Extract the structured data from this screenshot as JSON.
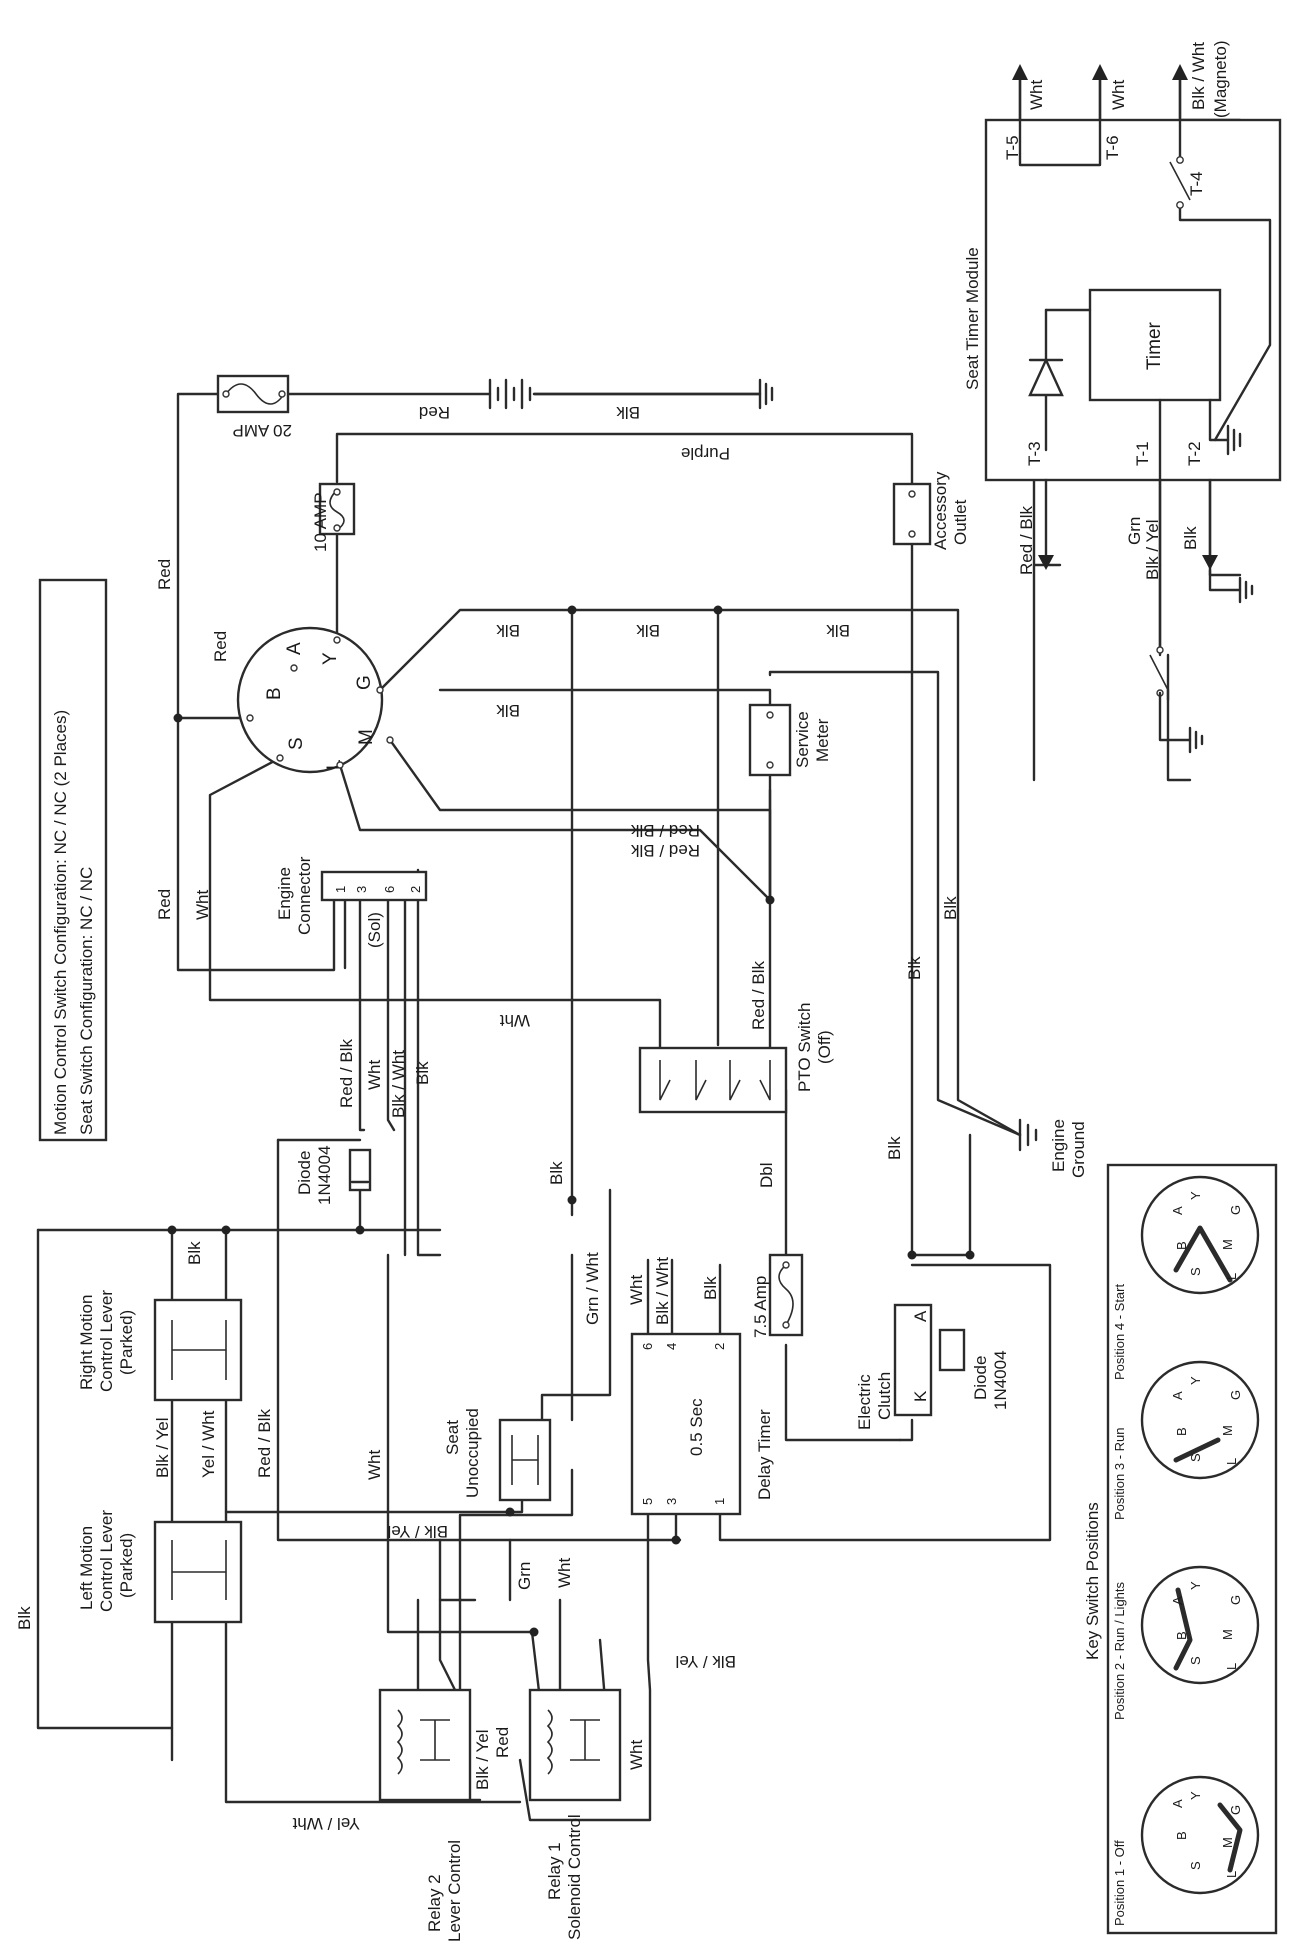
{
  "notes": {
    "motion_config": "Motion Control Switch Configuration:  NC / NC (2 Places)",
    "seat_config": "Seat Switch Configuration:  NC / NC"
  },
  "components": {
    "fuse_20": "20 AMP",
    "fuse_10": "10 AMP",
    "fuse_75": "7.5 Amp",
    "accessory_1": "Accessory",
    "accessory_2": "Outlet",
    "service_1": "Service",
    "service_2": "Meter",
    "engine_conn_1": "Engine",
    "engine_conn_2": "Connector",
    "engine_ground_1": "Engine",
    "engine_ground_2": "Ground",
    "pto_1": "PTO Switch",
    "pto_2": "(Off)",
    "diode_top_1": "Diode",
    "diode_top_2": "1N4004",
    "diode_clutch_1": "Diode",
    "diode_clutch_2": "1N4004",
    "clutch_1": "Electric",
    "clutch_2": "Clutch",
    "delay_timer": "Delay Timer",
    "delay_value": "0.5 Sec",
    "seat_1": "Seat",
    "seat_2": "Unoccupied",
    "right_lever_1": "Right Motion",
    "right_lever_2": "Control Lever",
    "right_lever_3": "(Parked)",
    "left_lever_1": "Left Motion",
    "left_lever_2": "Control Lever",
    "left_lever_3": "(Parked)",
    "relay2_1": "Relay 2",
    "relay2_2": "Lever Control",
    "relay1_1": "Relay 1",
    "relay1_2": "Solenoid Control",
    "seat_timer_module": "Seat Timer Module",
    "timer": "Timer",
    "sol": "(Sol)",
    "a": "A",
    "k": "K"
  },
  "key_switch": {
    "title": "Key Switch Positions",
    "pos1": "Position 1 - Off",
    "pos2": "Position 2 - Run / Lights",
    "pos3": "Position 3 - Run",
    "pos4": "Position 4 - Start",
    "terminals": [
      "S",
      "B",
      "A",
      "Y",
      "G",
      "M",
      "L"
    ]
  },
  "terminals": {
    "t1": "T-1",
    "t2": "T-2",
    "t3": "T-3",
    "t4": "T-4",
    "t5": "T-5",
    "t6": "T-6"
  },
  "pins": {
    "ec1": "1",
    "ec3": "3",
    "ec6": "6",
    "ec2": "2",
    "dt6": "6",
    "dt4": "4",
    "dt2": "2",
    "dt5": "5",
    "dt3": "3",
    "dt1": "1"
  },
  "wires": {
    "red": "Red",
    "blk": "Blk",
    "wht": "Wht",
    "purple": "Purple",
    "red_blk": "Red / Blk",
    "blk_wht": "Blk / Wht",
    "blk_yel": "Blk / Yel",
    "yel_wht": "Yel / Wht",
    "grn_wht": "Grn / Wht",
    "grn": "Grn",
    "dbl": "Dbl",
    "blk_wht_magneto": "Blk / Wht",
    "magneto": "(Magneto)",
    "grn_blk_yel_1": "Grn",
    "grn_blk_yel_2": "Blk / Yel"
  }
}
